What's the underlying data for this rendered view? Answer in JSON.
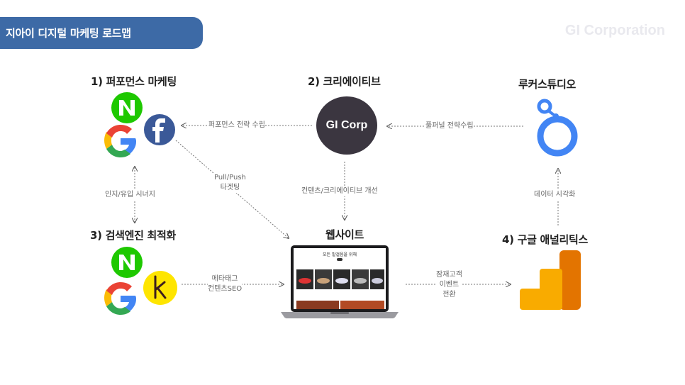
{
  "header": {
    "title": "지아이 디지털 마케팅 로드맵",
    "brand": "GI Corporation"
  },
  "nodes": {
    "performance": {
      "heading": "1) 퍼포먼스 마케팅"
    },
    "creative": {
      "heading": "2) 크리에이티브",
      "circle_label": "GI Corp"
    },
    "studio": {
      "heading": "루커스튜디오"
    },
    "seo": {
      "heading": "3) 검색엔진 최적화"
    },
    "website": {
      "heading": "웹사이트"
    },
    "analytics": {
      "heading": "4) 구글 애널리틱스"
    }
  },
  "edges": {
    "perf_strategy": "퍼포먼스 전략 수립",
    "funnel_strategy": "풀퍼널 전략수립",
    "synergy": "인지/유입 시너지",
    "pullpush_1": "Pull/Push",
    "pullpush_2": "타겟팅",
    "content_improve": "컨텐츠/크리에이티브 개선",
    "data_viz": "데이터 시각화",
    "meta_1": "메타태그",
    "meta_2": "컨텐츠SEO",
    "conv_1": "잠재고객",
    "conv_2": "이벤트",
    "conv_3": "전환"
  },
  "website_screen": {
    "headline": "모든 발걸음을 위해"
  },
  "colors": {
    "title_bar": "#3d6aa6",
    "naver_green": "#1ec800",
    "facebook_blue": "#3b5998",
    "kakao_yellow": "#fee500",
    "analytics_orange": "#f9ab00",
    "analytics_dark": "#e37400",
    "looker_blue": "#4285f4",
    "gi_circle": "#3b3640"
  },
  "icons": [
    "naver-icon",
    "google-icon",
    "facebook-icon",
    "kakao-icon",
    "looker-studio-icon",
    "google-analytics-icon",
    "laptop-icon"
  ]
}
